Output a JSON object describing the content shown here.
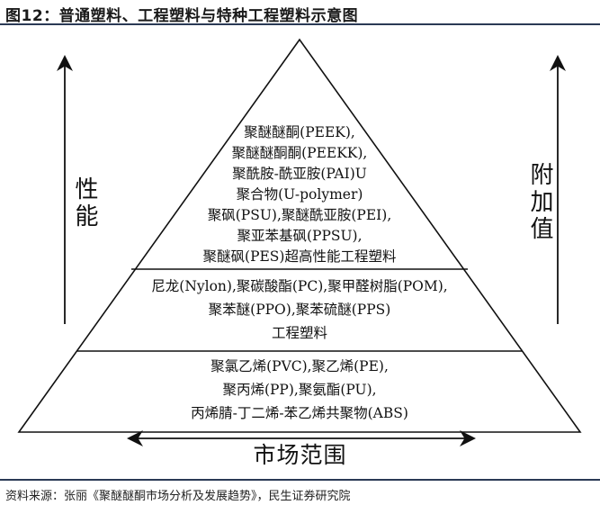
{
  "title": "图12：普通塑料、工程塑料与特种工程塑料示意图",
  "tiers": {
    "special": [
      "聚醚醚酮(PEEK),",
      "聚醚醚酮酮(PEEKK),",
      "聚酰胺-酰亚胺(PAI)U",
      "聚合物(U-polymer)",
      "聚砜(PSU),聚醚酰亚胺(PEI),",
      "聚亚苯基砜(PPSU),",
      "聚醚砜(PES)超高性能工程塑料"
    ],
    "engineering": [
      "尼龙(Nylon),聚碳酸酯(PC),聚甲醛树脂(POM),",
      "聚苯醚(PPO),聚苯硫醚(PPS)",
      "工程塑料"
    ],
    "general": [
      "聚氯乙烯(PVC),聚乙烯(PE),",
      "聚丙烯(PP),聚氨酯(PU),",
      "丙烯腈-丁二烯-苯乙烯共聚物(ABS)"
    ]
  },
  "left_axis_label": "性能",
  "right_axis_label": "附加值",
  "bottom_axis_label": "市场范围",
  "source": "资料来源：张丽《聚醚醚酮市场分析及发展趋势》，民生证券研究院"
}
